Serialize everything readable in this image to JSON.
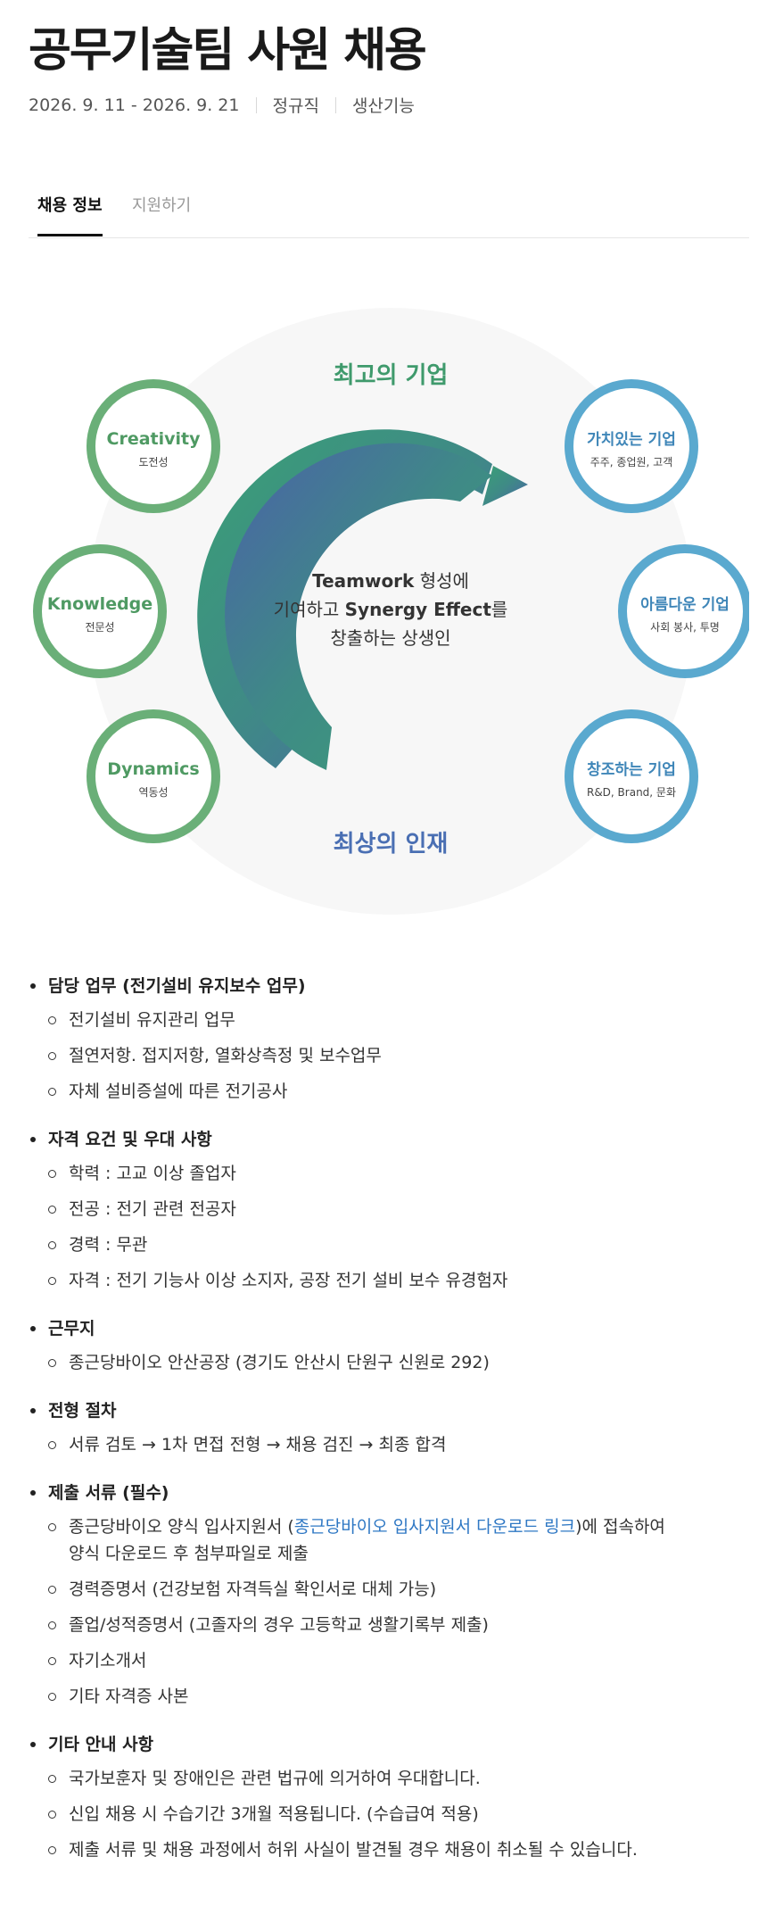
{
  "header": {
    "title": "공무기술팀 사원 채용",
    "period": "2026. 9. 11 - 2026. 9. 21",
    "employment_type": "정규직",
    "job_category": "생산기능"
  },
  "tabs": [
    {
      "label": "채용 정보",
      "active": true
    },
    {
      "label": "지원하기",
      "active": false
    }
  ],
  "diagram": {
    "top_label": "최고의 기업",
    "bottom_label": "최상의 인재",
    "center": {
      "line1_bold": "Teamwork",
      "line1_rest": " 형성에",
      "line2_pre": "기여하고 ",
      "line2_bold": "Synergy Effect",
      "line2_post": "를",
      "line3": "창출하는 상생인"
    },
    "left_circles": [
      {
        "title": "Creativity",
        "sub": "도전성"
      },
      {
        "title": "Knowledge",
        "sub": "전문성"
      },
      {
        "title": "Dynamics",
        "sub": "역동성"
      }
    ],
    "right_circles": [
      {
        "title": "가치있는 기업",
        "sub": "주주, 종업원, 고객"
      },
      {
        "title": "아름다운 기업",
        "sub": "사회 봉사, 투명"
      },
      {
        "title": "창조하는 기업",
        "sub": "R&D, Brand, 문화"
      }
    ],
    "colors": {
      "green": "#6aaf78",
      "blue": "#5aa9cf",
      "top_label": "#3f9a6c",
      "bottom_label": "#4a6fb3"
    }
  },
  "sections": [
    {
      "heading": "담당 업무 (전기설비 유지보수 업무)",
      "items": [
        {
          "text": "전기설비 유지관리 업무"
        },
        {
          "text": "절연저항. 접지저항, 열화상측정 및 보수업무"
        },
        {
          "text": "자체 설비증설에 따른 전기공사"
        }
      ]
    },
    {
      "heading": "자격 요건 및 우대 사항",
      "items": [
        {
          "text": "학력 : 고교 이상 졸업자"
        },
        {
          "text": "전공 : 전기 관련 전공자"
        },
        {
          "text": "경력 : 무관"
        },
        {
          "text": "자격 : 전기 기능사 이상 소지자, 공장 전기 설비 보수 유경험자"
        }
      ]
    },
    {
      "heading": "근무지",
      "items": [
        {
          "text": "종근당바이오 안산공장 (경기도 안산시 단원구 신원로 292)"
        }
      ]
    },
    {
      "heading": "전형 절차",
      "items": [
        {
          "text": "서류 검토 → 1차 면접 전형 → 채용 검진 → 최종 합격"
        }
      ]
    },
    {
      "heading": "제출 서류 (필수)",
      "items": [
        {
          "pre": "종근당바이오 양식 입사지원서 (",
          "link": "종근당바이오 입사지원서 다운로드 링크",
          "post": ")에 접속하여",
          "line2": "양식 다운로드 후 첨부파일로 제출"
        },
        {
          "text": "경력증명서 (건강보험 자격득실 확인서로 대체 가능)"
        },
        {
          "text": "졸업/성적증명서 (고졸자의 경우 고등학교 생활기록부 제출)"
        },
        {
          "text": "자기소개서"
        },
        {
          "text": "기타 자격증 사본"
        }
      ]
    },
    {
      "heading": "기타 안내 사항",
      "items": [
        {
          "text": "국가보훈자 및 장애인은 관련 법규에 의거하여 우대합니다."
        },
        {
          "text": "신입 채용 시 수습기간 3개월 적용됩니다. (수습급여 적용)"
        },
        {
          "text": "제출 서류 및 채용 과정에서 허위 사실이 발견될 경우 채용이 취소될 수 있습니다."
        }
      ]
    }
  ]
}
